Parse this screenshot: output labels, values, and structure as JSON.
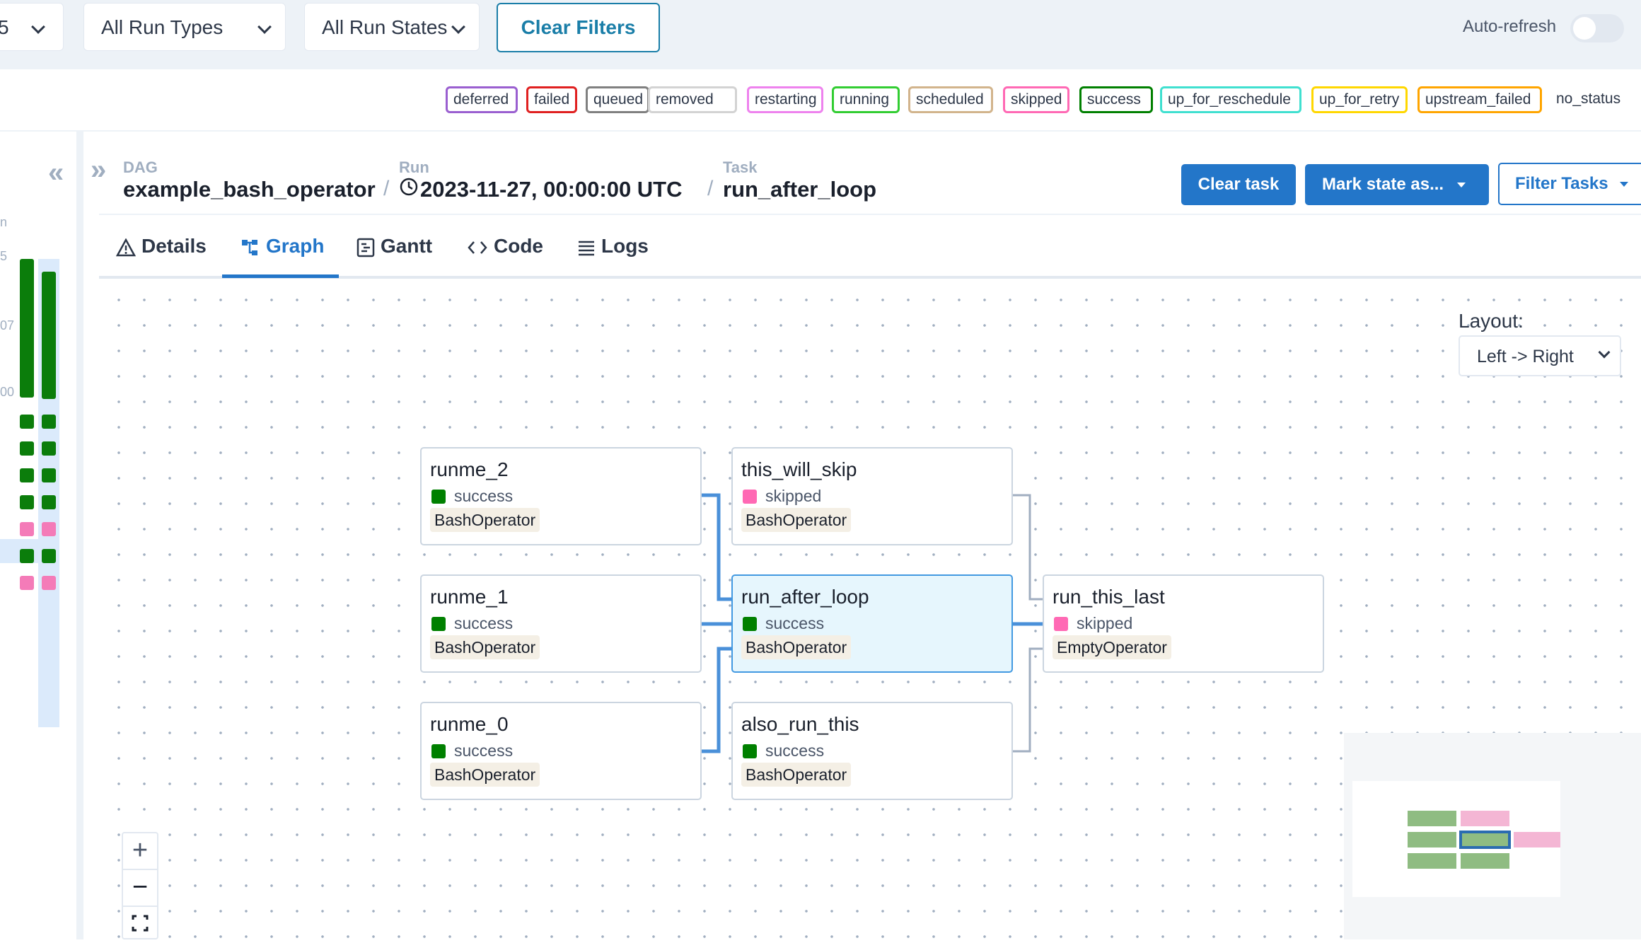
{
  "filters": {
    "runs_count": "5",
    "run_types": "All Run Types",
    "run_states": "All Run States",
    "clear_filters": "Clear Filters",
    "auto_refresh": "Auto-refresh"
  },
  "legend": {
    "states": [
      {
        "label": "deferred",
        "color": "#9a5fd0"
      },
      {
        "label": "failed",
        "color": "#e02020"
      },
      {
        "label": "queued",
        "color": "#808080"
      },
      {
        "label": "removed",
        "color": "#d3d3d3"
      },
      {
        "label": "restarting",
        "color": "#ee82ee"
      },
      {
        "label": "running",
        "color": "#32cd32"
      },
      {
        "label": "scheduled",
        "color": "#d2b48c"
      },
      {
        "label": "skipped",
        "color": "#ff69b4"
      },
      {
        "label": "success",
        "color": "#008000"
      },
      {
        "label": "up_for_reschedule",
        "color": "#40e0d0"
      },
      {
        "label": "up_for_retry",
        "color": "#ffd700"
      },
      {
        "label": "upstream_failed",
        "color": "#ffa500"
      }
    ],
    "no_status": "no_status"
  },
  "grid": {
    "header_fragment": "n",
    "ticks": [
      "5",
      "07",
      "00"
    ]
  },
  "breadcrumb": {
    "dag_label": "DAG",
    "dag_value": "example_bash_operator",
    "run_label": "Run",
    "run_value": "2023-11-27, 00:00:00 UTC",
    "task_label": "Task",
    "task_value": "run_after_loop",
    "separator": "/"
  },
  "actions": {
    "clear_task": "Clear task",
    "mark_state": "Mark state as...",
    "filter_tasks": "Filter Tasks"
  },
  "tabs": [
    {
      "label": "Details"
    },
    {
      "label": "Graph"
    },
    {
      "label": "Gantt"
    },
    {
      "label": "Code"
    },
    {
      "label": "Logs"
    }
  ],
  "graph": {
    "layout_label": "Layout:",
    "layout_value": "Left -> Right",
    "nodes": [
      {
        "id": "runme_2",
        "state": "success",
        "operator": "BashOperator",
        "state_color": "#008000"
      },
      {
        "id": "runme_1",
        "state": "success",
        "operator": "BashOperator",
        "state_color": "#008000"
      },
      {
        "id": "runme_0",
        "state": "success",
        "operator": "BashOperator",
        "state_color": "#008000"
      },
      {
        "id": "this_will_skip",
        "state": "skipped",
        "operator": "BashOperator",
        "state_color": "#ff69b4"
      },
      {
        "id": "run_after_loop",
        "state": "success",
        "operator": "BashOperator",
        "state_color": "#008000"
      },
      {
        "id": "also_run_this",
        "state": "success",
        "operator": "BashOperator",
        "state_color": "#008000"
      },
      {
        "id": "run_this_last",
        "state": "skipped",
        "operator": "EmptyOperator",
        "state_color": "#ff69b4"
      }
    ]
  },
  "zoom": {
    "plus": "+",
    "minus": "−"
  }
}
